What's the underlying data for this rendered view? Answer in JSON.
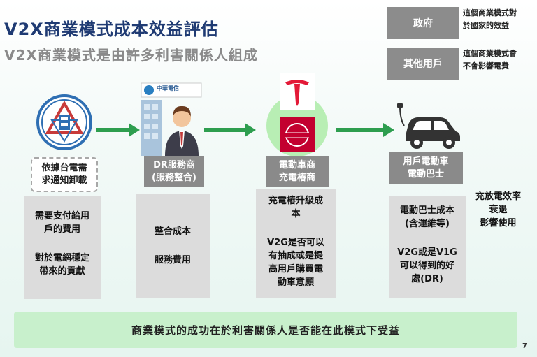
{
  "title": "V2X商業模式成本效益評估",
  "subtitle": "V2X商業模式是由許多利害關係人組成",
  "legend": [
    {
      "label": "政府",
      "note_lines": [
        "這個商業模式對",
        "於國家的效益"
      ]
    },
    {
      "label": "其他用戶",
      "note_lines": [
        "這個商業模式會",
        "不會影響電費"
      ]
    }
  ],
  "actors": [
    {
      "label_lines": [
        "依據台電需",
        "求通知卸載"
      ],
      "icon": "taipower-logo-icon",
      "info_lines": [
        "需要支付給用",
        "戶的費用",
        "",
        "對於電網穩定",
        "帶來的貢獻"
      ]
    },
    {
      "label_lines": [
        "DR服務商",
        "(服務整合)"
      ],
      "icon": "dr-provider-building-icon",
      "brand_logo_text": "中華電信",
      "info_lines": [
        "整合成本",
        "",
        "服務費用"
      ]
    },
    {
      "label_lines": [
        "電動車商",
        "充電樁商"
      ],
      "icon": "ev-maker-logos-icon",
      "info_lines": [
        "充電樁升級成",
        "本",
        "",
        "V2G是否可以",
        "有抽成或是提",
        "高用戶購買電",
        "動車意願"
      ]
    },
    {
      "label_lines": [
        "用戶電動車",
        "電動巴士"
      ],
      "icon": "ev-car-icon",
      "info_lines": [
        "電動巴士成本",
        "(含運維等)",
        "",
        "V2G或是V1G",
        "可以得到的好",
        "處(DR)"
      ]
    }
  ],
  "side_note_lines": [
    "充放電效率",
    "衰退",
    "影響使用"
  ],
  "bottom_banner": "商業模式的成功在於利害關係人是否能在此模式下受益",
  "page_number": "7",
  "colors": {
    "title": "#1f3b73",
    "arrow": "#2e9e4f",
    "banner": "#c8f0cc",
    "gray_label": "#8a8a8a",
    "info_bg": "#dcdcdc"
  }
}
